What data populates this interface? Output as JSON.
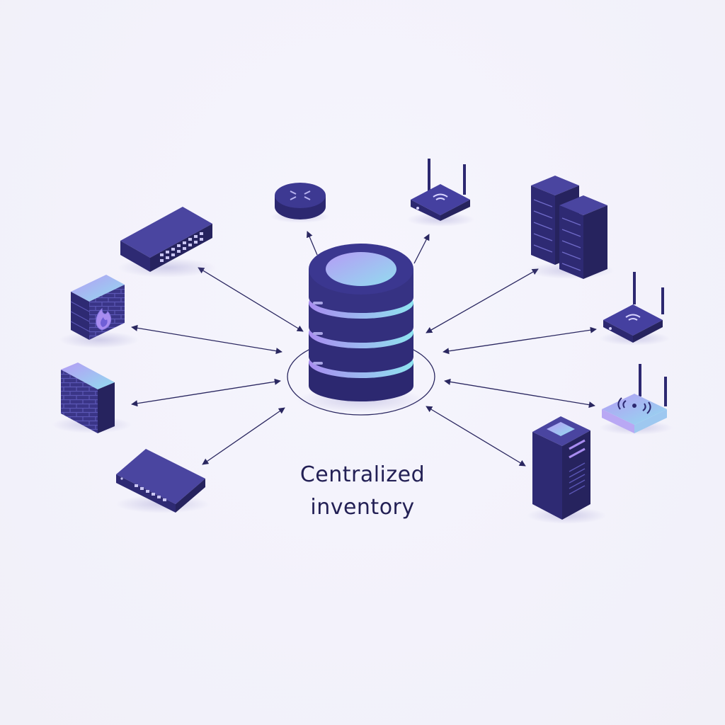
{
  "diagram": {
    "caption": {
      "line1": "Centralized",
      "line2": "inventory"
    },
    "hub": {
      "name": "central-database",
      "icon": "database-cylinder-icon"
    },
    "devices": [
      {
        "name": "network-switch-24-port",
        "icon": "switch-icon"
      },
      {
        "name": "router",
        "icon": "router-icon"
      },
      {
        "name": "wifi-router",
        "icon": "wifi-router-icon"
      },
      {
        "name": "server-racks",
        "icon": "server-rack-icon"
      },
      {
        "name": "firewall-with-flame",
        "icon": "firewall-icon"
      },
      {
        "name": "wifi-access-point",
        "icon": "wifi-router-icon"
      },
      {
        "name": "firewall-brick",
        "icon": "brick-wall-icon"
      },
      {
        "name": "wireless-access-point",
        "icon": "wireless-ap-icon"
      },
      {
        "name": "network-switch-8-port",
        "icon": "switch-icon"
      },
      {
        "name": "tower-server",
        "icon": "tower-server-icon"
      }
    ],
    "colors": {
      "navy": "#332f7a",
      "navy_dark": "#26235e",
      "navy_light": "#4a45a0",
      "accent_purple": "#a88cf0",
      "accent_cyan": "#8fe4f0",
      "line": "#2a2760",
      "text": "#232055"
    }
  }
}
